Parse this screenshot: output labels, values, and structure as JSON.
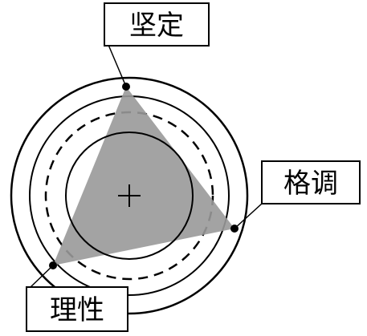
{
  "labels": {
    "top": "坚定",
    "right": "格调",
    "bottom_left": "理性"
  },
  "colors": {
    "stroke": "#000000",
    "triangle_fill": "#999999",
    "background": "#ffffff"
  }
}
